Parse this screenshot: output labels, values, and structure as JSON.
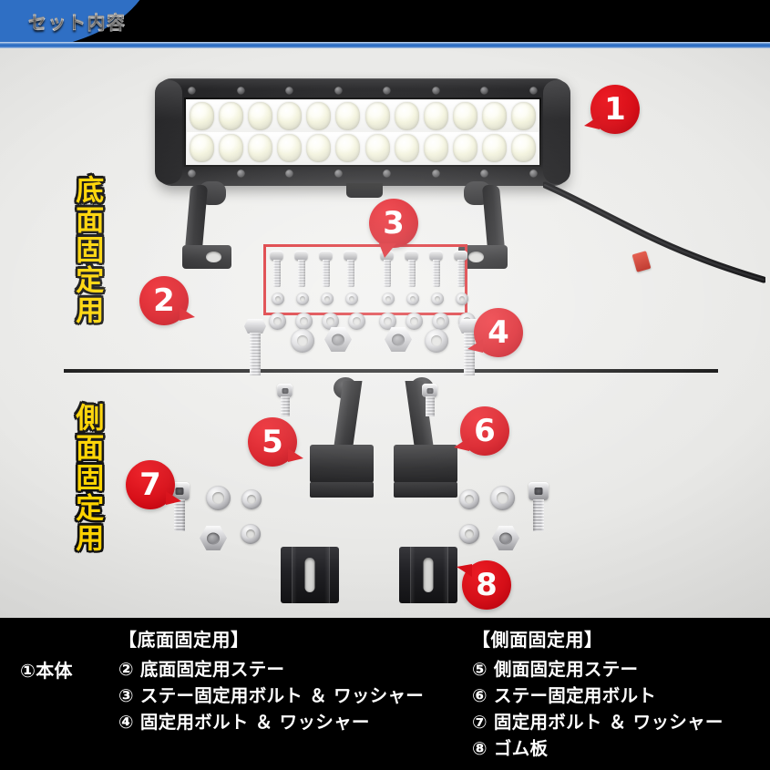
{
  "header": {
    "title": "セット内容"
  },
  "sections": {
    "bottom_label": "底面固定用",
    "side_label": "側面固定用"
  },
  "callouts": [
    {
      "number": "1",
      "target": "本体 (LED light bar)"
    },
    {
      "number": "2",
      "target": "底面固定用ステー"
    },
    {
      "number": "3",
      "target": "ステー固定用ボルト & ワッシャー"
    },
    {
      "number": "4",
      "target": "固定用ボルト & ワッシャー"
    },
    {
      "number": "5",
      "target": "側面固定用ステー"
    },
    {
      "number": "6",
      "target": "ステー固定用ボルト"
    },
    {
      "number": "7",
      "target": "固定用ボルト & ワッシャー"
    },
    {
      "number": "8",
      "target": "ゴム板"
    }
  ],
  "legend": {
    "main": {
      "item": "①本体"
    },
    "bottom_group": {
      "heading": "【底面固定用】",
      "items": [
        "② 底面固定用ステー",
        "③ ステー固定用ボルト ＆ ワッシャー",
        "④ 固定用ボルト ＆ ワッシャー"
      ]
    },
    "side_group": {
      "heading": "【側面固定用】",
      "items": [
        "⑤ 側面固定用ステー",
        "⑥ ステー固定用ボルト",
        "⑦ 固定用ボルト ＆ ワッシャー",
        "⑧ ゴム板"
      ]
    }
  },
  "colors": {
    "header_bg": "#000000",
    "header_accent": "#2f6fc4",
    "callout_red": "#d80f18",
    "label_yellow": "#ffd400",
    "stage_bg": "#e8e8e6",
    "legend_bg": "#000000"
  }
}
